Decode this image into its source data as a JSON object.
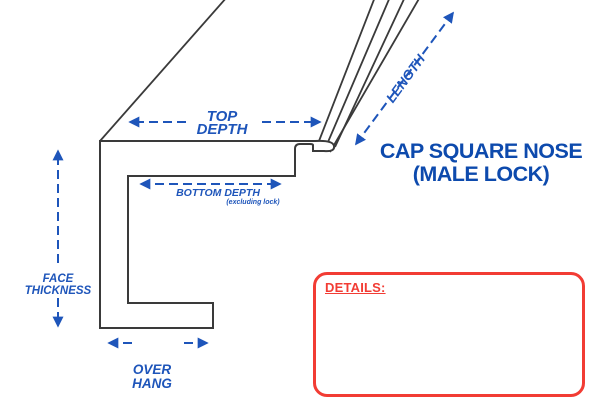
{
  "diagram": {
    "title_line1": "CAP SQUARE NOSE",
    "title_line2": "(MALE LOCK)",
    "labels": {
      "top_depth_line1": "TOP",
      "top_depth_line2": "DEPTH",
      "bottom_depth": "BOTTOM DEPTH",
      "bottom_depth_note": "(excluding lock)",
      "length": "LENGTH",
      "face_thickness_line1": "FACE",
      "face_thickness_line2": "THICKNESS",
      "overhang_line1": "OVER",
      "overhang_line2": "HANG"
    },
    "details_box": {
      "label": "DETAILS:"
    },
    "colors": {
      "dimension_label_blue": "#1e55ba",
      "title_blue": "#0d4aad",
      "profile_outline_gray": "#3a3a3a",
      "details_red": "#f23c34",
      "background": "#ffffff"
    }
  }
}
